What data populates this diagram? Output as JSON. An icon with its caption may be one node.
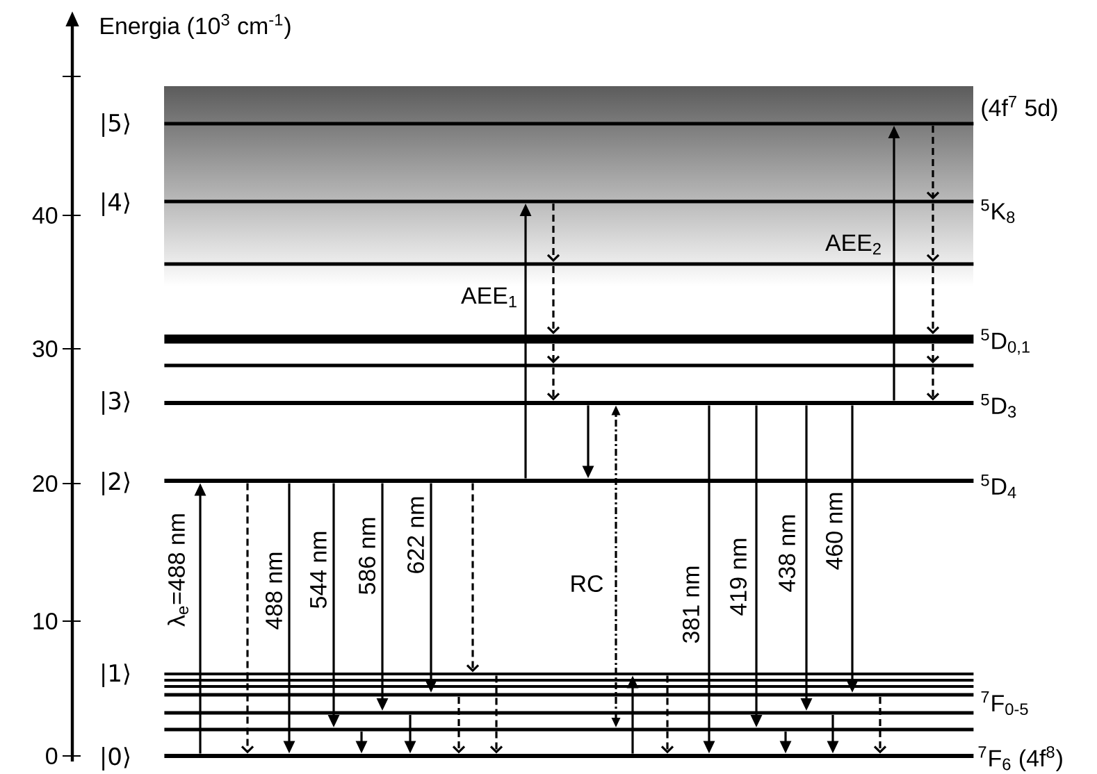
{
  "diagram": {
    "nodes": [
      {
        "text": [],
        "shape": "bar",
        "beside": [
          "|5⟩",
          "(4f$^{7}$ 5d)"
        ]
      },
      {
        "text": [],
        "shape": "bar",
        "beside": [
          "|4⟩",
          "$^{5}$K$_{8}$"
        ]
      },
      {
        "text": [],
        "shape": "bar"
      },
      {
        "text": [],
        "shape": "bar",
        "beside": [
          "$^{5}$D$_{0,1}$"
        ]
      },
      {
        "text": [],
        "shape": "bar"
      },
      {
        "text": [],
        "shape": "bar",
        "beside": [
          "|3⟩",
          "$^{5}$D$_{3}$"
        ]
      },
      {
        "text": [],
        "shape": "bar",
        "beside": [
          "|2⟩",
          "$^{5}$D$_{4}$"
        ]
      },
      {
        "text": [],
        "shape": "bar",
        "beside": [
          "|1⟩"
        ]
      },
      {
        "text": [],
        "shape": "bar"
      },
      {
        "text": [],
        "shape": "bar",
        "beside": [
          "$^{7}$F$_{0-5}$"
        ]
      },
      {
        "text": [],
        "shape": "bar"
      },
      {
        "text": [],
        "shape": "bar"
      },
      {
        "text": [],
        "shape": "bar"
      },
      {
        "text": [],
        "shape": "bar",
        "beside": [
          "|0⟩",
          "$^{7}$F$_{6}$ (4f$^{8}$)"
        ]
      }
    ],
    "edges": [
      {
        "from": 13,
        "to": 6,
        "arrow": "to",
        "label": "λ$_{e}$=488 nm"
      },
      {
        "from": 6,
        "to": 1,
        "arrow": "to",
        "label": "AEE$_{1}$"
      },
      {
        "from": 5,
        "to": 0,
        "arrow": "to",
        "label": "AEE$_{2}$"
      },
      {
        "from": 1,
        "to": 2,
        "arrow": "to",
        "style": "dashed"
      },
      {
        "from": 2,
        "to": 3,
        "arrow": "to",
        "style": "dashed"
      },
      {
        "from": 3,
        "to": 4,
        "arrow": "to",
        "style": "dashed"
      },
      {
        "from": 4,
        "to": 5,
        "arrow": "to",
        "style": "dashed"
      },
      {
        "from": 0,
        "to": 1,
        "arrow": "to",
        "style": "dashed"
      },
      {
        "from": 1,
        "to": 2,
        "arrow": "to",
        "style": "dashed"
      },
      {
        "from": 2,
        "to": 3,
        "arrow": "to",
        "style": "dashed"
      },
      {
        "from": 3,
        "to": 4,
        "arrow": "to",
        "style": "dashed"
      },
      {
        "from": 4,
        "to": 5,
        "arrow": "to",
        "style": "dashed"
      },
      {
        "from": 5,
        "to": 6,
        "arrow": "to"
      },
      {
        "from": 12,
        "to": 5,
        "arrow": "both",
        "style": "dashed",
        "label": "RC"
      },
      {
        "from": 6,
        "to": 13,
        "arrow": "to",
        "style": "dashed"
      },
      {
        "from": 6,
        "to": 13,
        "arrow": "to",
        "label": "488 nm"
      },
      {
        "from": 6,
        "to": 12,
        "arrow": "to",
        "label": "544 nm"
      },
      {
        "from": 6,
        "to": 11,
        "arrow": "to",
        "label": "586 nm"
      },
      {
        "from": 6,
        "to": 10,
        "arrow": "to",
        "label": "622 nm"
      },
      {
        "from": 6,
        "to": 7,
        "arrow": "to",
        "style": "dashed"
      },
      {
        "from": 5,
        "to": 13,
        "arrow": "to",
        "label": "381 nm"
      },
      {
        "from": 5,
        "to": 12,
        "arrow": "to",
        "label": "419 nm"
      },
      {
        "from": 5,
        "to": 11,
        "arrow": "to",
        "label": "438 nm"
      },
      {
        "from": 5,
        "to": 10,
        "arrow": "to",
        "label": "460 nm"
      },
      {
        "from": 12,
        "to": 13,
        "arrow": "to"
      },
      {
        "from": 11,
        "to": 13,
        "arrow": "to"
      },
      {
        "from": 10,
        "to": 13,
        "arrow": "to",
        "style": "dashed"
      },
      {
        "from": 7,
        "to": 13,
        "arrow": "to",
        "style": "dashed"
      },
      {
        "from": 13,
        "to": 7,
        "arrow": "to"
      },
      {
        "from": 7,
        "to": 13,
        "arrow": "to",
        "style": "dashed"
      },
      {
        "from": 12,
        "to": 13,
        "arrow": "to"
      },
      {
        "from": 11,
        "to": 13,
        "arrow": "to"
      },
      {
        "from": 10,
        "to": 13,
        "arrow": "to",
        "style": "dashed"
      }
    ],
    "labels": [
      "Energia (10$^{3}$ cm$^{-1}$)",
      "40",
      "30",
      "20",
      "10",
      "0"
    ]
  }
}
